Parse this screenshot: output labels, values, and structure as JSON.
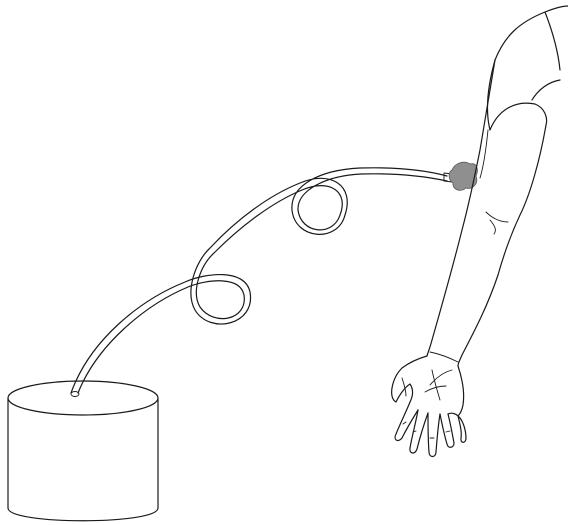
{
  "figure": {
    "background_color": "#ffffff",
    "line_color": "#1a1a1a",
    "blot_color": "#8f8f8f",
    "components": [
      "container",
      "tube",
      "cannula",
      "arm",
      "hand"
    ]
  }
}
